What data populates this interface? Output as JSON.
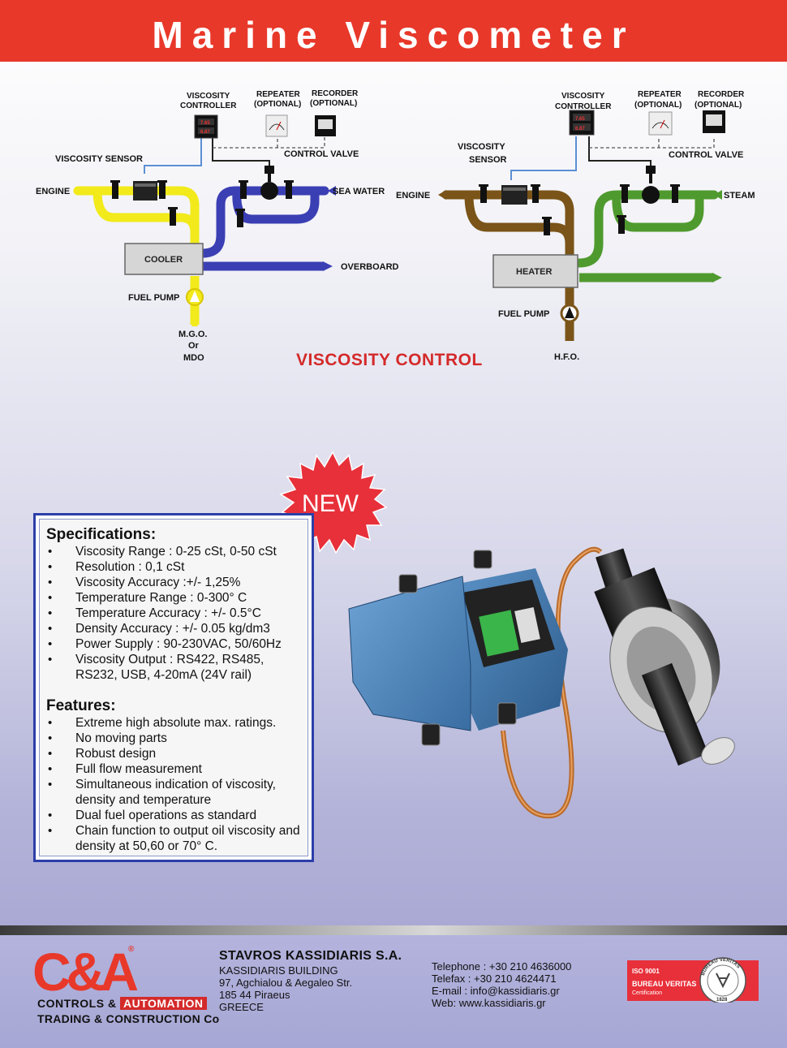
{
  "header": {
    "title": "Marine Viscometer"
  },
  "diagram_left": {
    "viscosity_controller": [
      "VISCOSITY",
      "CONTROLLER"
    ],
    "repeater": [
      "REPEATER",
      "(OPTIONAL)"
    ],
    "recorder": [
      "RECORDER",
      "(OPTIONAL)"
    ],
    "viscosity_sensor": "VISCOSITY SENSOR",
    "control_valve": "CONTROL VALVE",
    "engine": "ENGINE",
    "sea_water": "SEA WATER",
    "cooler": "COOLER",
    "overboard": "OVERBOARD",
    "fuel_pump": "FUEL PUMP",
    "fuel": [
      "M.G.O.",
      "Or",
      "MDO"
    ],
    "display_top": "7.65",
    "display_bottom": "6.87"
  },
  "diagram_right": {
    "viscosity_controller": [
      "VISCOSITY",
      "CONTROLLER"
    ],
    "repeater": [
      "REPEATER",
      "(OPTIONAL)"
    ],
    "recorder": [
      "RECORDER",
      "(OPTIONAL)"
    ],
    "viscosity_sensor": [
      "VISCOSITY",
      "SENSOR"
    ],
    "control_valve": "CONTROL VALVE",
    "engine": "ENGINE",
    "steam": "STEAM",
    "heater": "HEATER",
    "fuel_pump": "FUEL PUMP",
    "fuel": "H.F.O.",
    "display_top": "7.65",
    "display_bottom": "6.87"
  },
  "diagram_caption": "VISCOSITY CONTROL",
  "badge": "NEW",
  "specifications": {
    "title": "Specifications:",
    "items": [
      "Viscosity Range : 0-25 cSt, 0-50 cSt",
      "Resolution : 0,1 cSt",
      "Viscosity Accuracy :+/- 1,25%",
      "Temperature Range : 0-300° C",
      "Temperature Accuracy : +/- 0.5°C",
      "Density Accuracy : +/- 0.05 kg/dm3",
      "Power Supply : 90-230VAC, 50/60Hz",
      "Viscosity Output : RS422, RS485, RS232, USB, 4-20mA (24V rail)"
    ]
  },
  "features": {
    "title": "Features:",
    "items": [
      "Extreme high absolute max. ratings.",
      "No moving parts",
      "Robust design",
      "Full flow measurement",
      "Simultaneous indication of viscosity, density and temperature",
      "Dual fuel operations as standard",
      "Chain function to output oil viscosity and density at 50,60 or 70° C."
    ]
  },
  "footer": {
    "logo_text": "C&A",
    "logo_reg": "®",
    "logo_line1_a": "CONTROLS &",
    "logo_line1_b": "AUTOMATION",
    "logo_line2": "TRADING & CONSTRUCTION Co",
    "company_name": "STAVROS KASSIDIARIS S.A.",
    "address": [
      "KASSIDIARIS BUILDING",
      "97, Agchialou & Aegaleo Str.",
      "185 44 Piraeus",
      "GREECE"
    ],
    "contact": [
      "Telephone : +30 210 4636000",
      "Telefax : +30 210 4624471",
      "E-mail : info@kassidiaris.gr",
      "Web: www.kassidiaris.gr"
    ],
    "cert_iso": "ISO 9001",
    "cert_bv": "BUREAU VERITAS",
    "cert_sub": "Certification",
    "cert_ring": "BUREAU VERITAS",
    "cert_year": "1828"
  },
  "colors": {
    "header_red": "#e8382a",
    "pipe_yellow": "#f2ea1a",
    "pipe_blue": "#3b3fb4",
    "pipe_brown": "#7a5418",
    "pipe_green": "#4f9a2e",
    "caption_red": "#d42a2a",
    "spec_border": "#2c3ea8"
  }
}
